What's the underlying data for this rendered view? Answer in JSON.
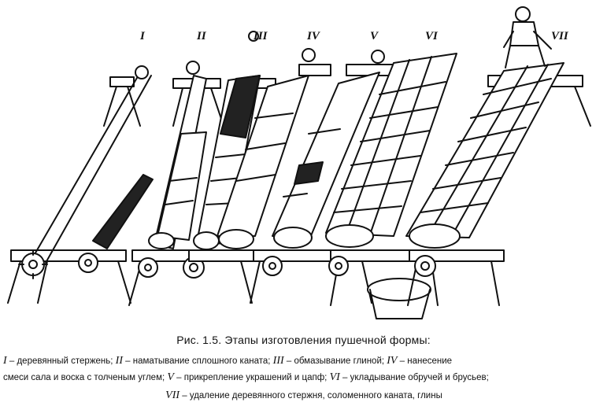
{
  "figure": {
    "stage_numerals": [
      "I",
      "II",
      "III",
      "IV",
      "V",
      "VI",
      "VII"
    ]
  },
  "caption": "Рис. 1.5. Этапы изготовления пушечной формы:",
  "legend": {
    "line1": {
      "n1": "I",
      "t1": " – деревянный стержень; ",
      "n2": "II",
      "t2": " – наматывание сплошного каната; ",
      "n3": "III",
      "t3": " – обмазывание глиной; ",
      "n4": "IV",
      "t4": " – нанесение"
    },
    "line2": {
      "t0": "смеси сала и воска с толченым углем; ",
      "n5": "V",
      "t5": " – прикрепление украшений и цапф; ",
      "n6": "VI",
      "t6": " – укладывание обручей и брусьев;"
    },
    "line3": {
      "n7": "VII",
      "t7": " – удаление деревянного стержня, соломенного каната, глины"
    }
  }
}
